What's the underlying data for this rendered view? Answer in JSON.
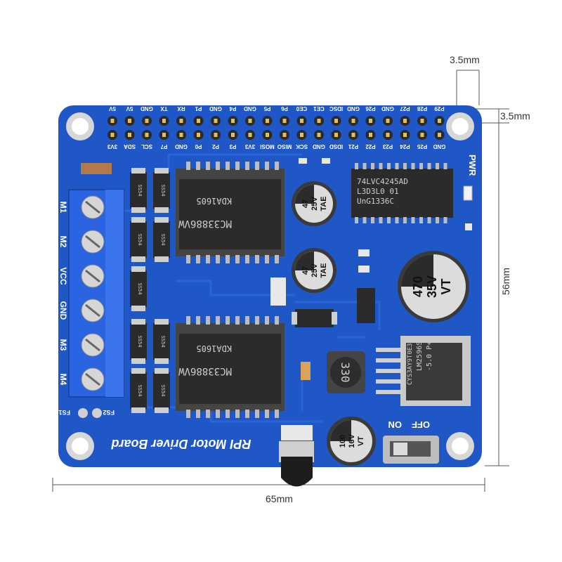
{
  "dimensions": {
    "top_margin_x": "3.5mm",
    "top_margin_y": "3.5mm",
    "height": "56mm",
    "width": "65mm"
  },
  "board": {
    "title": "RPI Motor Driver Board",
    "pwr_label": "PWR",
    "switch_off": "OFF",
    "switch_on": "ON",
    "fuse_1": "FS1",
    "fuse_2": "FS2"
  },
  "terminal_labels": [
    "M1",
    "M2",
    "VCC",
    "GND",
    "M3",
    "M4"
  ],
  "gpio_top": [
    "5V",
    "5V",
    "GND",
    "TX",
    "RX",
    "P1",
    "GND",
    "P4",
    "GND",
    "P5",
    "P6",
    "CE0",
    "CE1",
    "IDSC",
    "GND",
    "P26",
    "GND",
    "P27",
    "P28",
    "P29"
  ],
  "gpio_bottom": [
    "3V3",
    "SDA",
    "SCL",
    "P7",
    "GND",
    "P0",
    "P2",
    "P3",
    "3V3",
    "MOSI",
    "MISO",
    "SCK",
    "GND",
    "IDSD",
    "P21",
    "P22",
    "P23",
    "P24",
    "P25",
    "GND"
  ],
  "chips": {
    "driver_1_top": "KDA1605",
    "driver_1_bottom": "MC33886VW",
    "driver_2_top": "KDA1605",
    "driver_2_bottom": "MC33886VW",
    "logic_line1": "74LVC4245AD",
    "logic_line2": "L3D3L0 01",
    "logic_line3": "UnG1336C",
    "regulator_line1": "LM2596S",
    "regulator_line2": "-5.0 P+",
    "regulator_line3": "CYS3AY9T0E3",
    "inductor": "330"
  },
  "capacitors": {
    "c1_line1": "47",
    "c1_line2": "25V",
    "c1_line3": "TAE",
    "c2_line1": "47",
    "c2_line2": "25V",
    "c2_line3": "TAE",
    "c3_line1": "470",
    "c3_line2": "35V",
    "c3_line3": "VT",
    "c4_line1": "100",
    "c4_line2": "16V",
    "c4_line3": "VT"
  },
  "diode_label": "SS54",
  "colors": {
    "pcb": "#1f57c6",
    "pcb_dark": "#174aa8",
    "terminal": "#2a64e0",
    "chip": "#2b2b2b",
    "silk": "#ffffff"
  }
}
